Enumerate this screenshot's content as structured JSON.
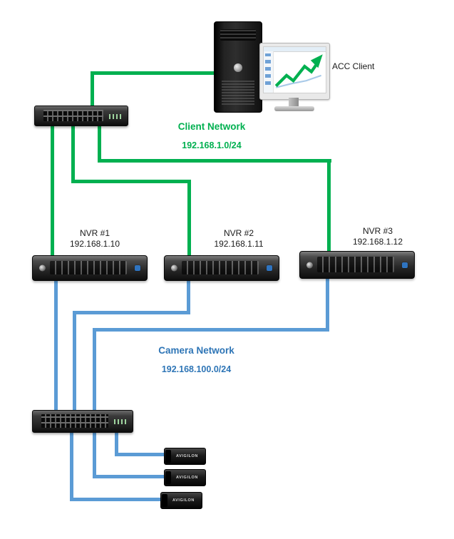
{
  "colors": {
    "green": "#00B050",
    "blue": "#5B9BD5",
    "blue_text": "#2E75B6"
  },
  "client": {
    "label": "ACC Client"
  },
  "client_network": {
    "title": "Client Network",
    "subnet": "192.168.1.0/24"
  },
  "camera_network": {
    "title": "Camera Network",
    "subnet": "192.168.100.0/24"
  },
  "nvrs": [
    {
      "name": "NVR #1",
      "ip": "192.168.1.10"
    },
    {
      "name": "NVR #2",
      "ip": "192.168.1.11"
    },
    {
      "name": "NVR #3",
      "ip": "192.168.1.12"
    }
  ],
  "camera_brand": "AVIGILON"
}
